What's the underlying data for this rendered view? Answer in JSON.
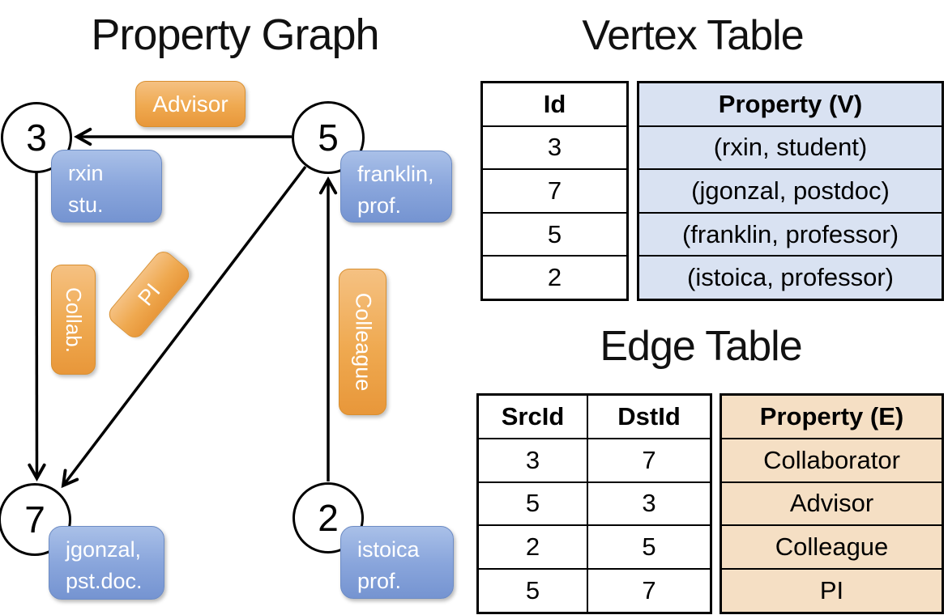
{
  "graph": {
    "title": "Property Graph",
    "vertices": [
      {
        "id": "3",
        "label_line1": "rxin",
        "label_line2": "stu."
      },
      {
        "id": "5",
        "label_line1": "franklin,",
        "label_line2": "prof."
      },
      {
        "id": "7",
        "label_line1": "jgonzal,",
        "label_line2": "pst.doc."
      },
      {
        "id": "2",
        "label_line1": "istoica",
        "label_line2": "prof."
      }
    ],
    "edge_labels": {
      "advisor": "Advisor",
      "collab": "Collab.",
      "pi": "PI",
      "colleague": "Colleague"
    }
  },
  "vertex_table": {
    "title": "Vertex Table",
    "columns": {
      "id": "Id",
      "property": "Property (V)"
    },
    "rows": [
      {
        "id": "3",
        "property": "(rxin, student)"
      },
      {
        "id": "7",
        "property": "(jgonzal, postdoc)"
      },
      {
        "id": "5",
        "property": "(franklin, professor)"
      },
      {
        "id": "2",
        "property": "(istoica, professor)"
      }
    ]
  },
  "edge_table": {
    "title": "Edge Table",
    "columns": {
      "src": "SrcId",
      "dst": "DstId",
      "property": "Property (E)"
    },
    "rows": [
      {
        "src": "3",
        "dst": "7",
        "property": "Collaborator"
      },
      {
        "src": "5",
        "dst": "3",
        "property": "Advisor"
      },
      {
        "src": "2",
        "dst": "5",
        "property": "Colleague"
      },
      {
        "src": "5",
        "dst": "7",
        "property": "PI"
      }
    ]
  },
  "colors": {
    "vertex_property_fill": "#d9e2f2",
    "edge_property_fill": "#f5dfc4",
    "node_box_blue": "#8aa6dc",
    "edge_box_orange": "#efa950",
    "line_black": "#000000"
  }
}
